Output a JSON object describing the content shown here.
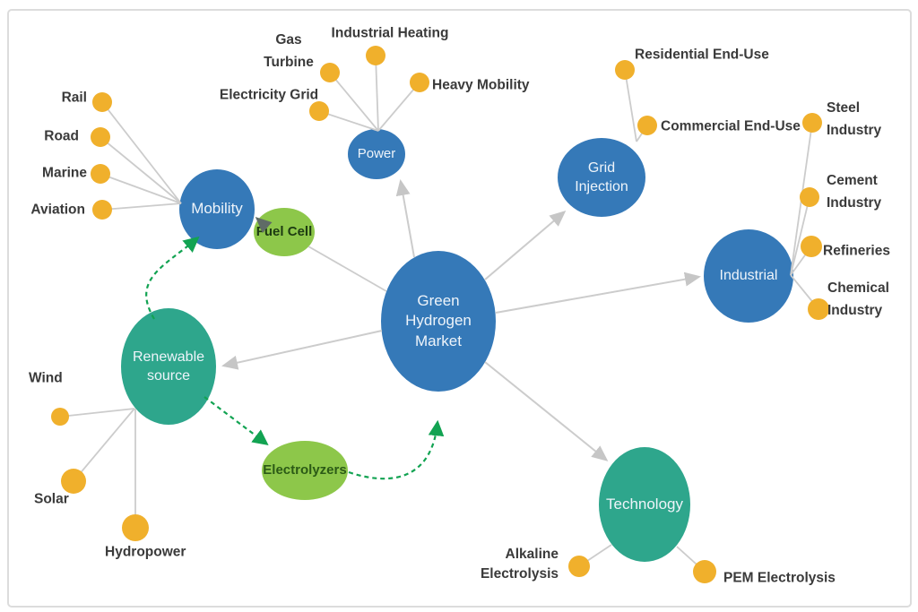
{
  "title": "Green Hydrogen Market mind map",
  "colors": {
    "hub_blue": "#3579b8",
    "accent_teal": "#2ea68c",
    "accent_green": "#8dc74a",
    "leaf_yellow": "#f0b02c",
    "edge_gray": "#cccccc",
    "flow_green": "#12a352",
    "label_text": "#3a3a3a",
    "node_text": "#eef4fa"
  },
  "nodes": {
    "center": {
      "line1": "Green",
      "line2": "Hydrogen",
      "line3": "Market"
    },
    "power": {
      "label": "Power"
    },
    "mobility": {
      "label": "Mobility"
    },
    "grid_injection": {
      "line1": "Grid",
      "line2": "Injection"
    },
    "industrial": {
      "label": "Industrial"
    },
    "technology": {
      "label": "Technology"
    },
    "renewable": {
      "line1": "Renewable",
      "line2": "source"
    },
    "fuel_cell": {
      "label": "Fuel Cell"
    },
    "electrolyzers": {
      "label": "Electrolyzers"
    }
  },
  "leaves": {
    "rail": {
      "label": "Rail"
    },
    "road": {
      "label": "Road"
    },
    "marine": {
      "label": "Marine"
    },
    "aviation": {
      "label": "Aviation"
    },
    "gas_turbine": {
      "line1": "Gas",
      "line2": "Turbine"
    },
    "electricity_grid": {
      "label": "Electricity Grid"
    },
    "industrial_heating": {
      "label": "Industrial Heating"
    },
    "heavy_mobility": {
      "label": "Heavy Mobility"
    },
    "residential": {
      "label": "Residential End-Use"
    },
    "commercial": {
      "label": "Commercial End-Use"
    },
    "steel": {
      "line1": "Steel",
      "line2": "Industry"
    },
    "cement": {
      "line1": "Cement",
      "line2": "Industry"
    },
    "refineries": {
      "label": "Refineries"
    },
    "chemical": {
      "line1": "Chemical",
      "line2": "Industry"
    },
    "wind": {
      "label": "Wind"
    },
    "solar": {
      "label": "Solar"
    },
    "hydropower": {
      "label": "Hydropower"
    },
    "alkaline": {
      "line1": "Alkaline",
      "line2": "Electrolysis"
    },
    "pem": {
      "label": "PEM Electrolysis"
    }
  }
}
